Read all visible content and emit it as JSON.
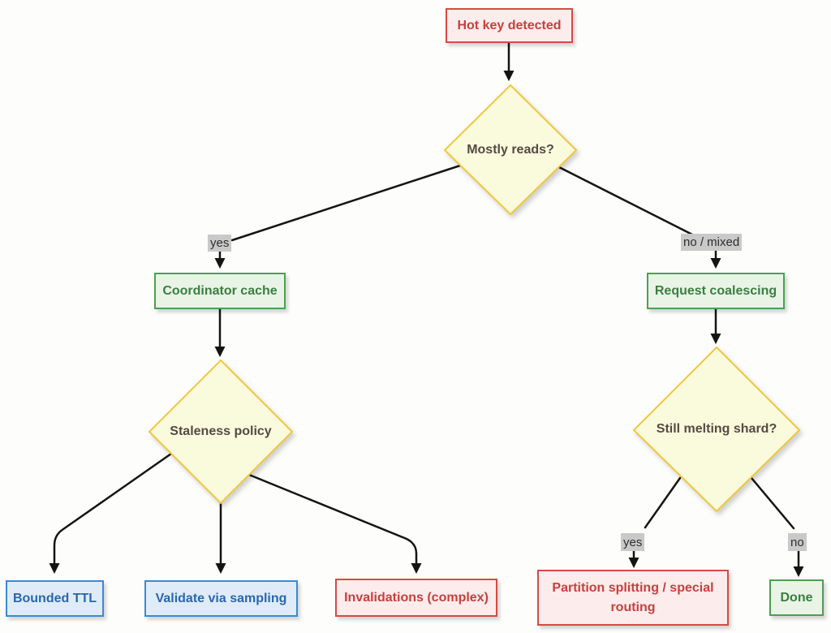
{
  "nodes": {
    "hot_key": {
      "label": "Hot key detected",
      "type": "red"
    },
    "mostly_reads": {
      "label": "Mostly reads?",
      "type": "decision"
    },
    "coordinator_cache": {
      "label": "Coordinator cache",
      "type": "green"
    },
    "request_coalescing": {
      "label": "Request coalescing",
      "type": "green"
    },
    "staleness_policy": {
      "label": "Staleness policy",
      "type": "decision"
    },
    "still_melting_shard": {
      "label": "Still melting shard?",
      "type": "decision"
    },
    "bounded_ttl": {
      "label": "Bounded TTL",
      "type": "blue"
    },
    "validate_via_sampling": {
      "label": "Validate via sampling",
      "type": "blue"
    },
    "invalidations_complex": {
      "label": "Invalidations (complex)",
      "type": "red"
    },
    "partition_splitting": {
      "label": "Partition splitting / special routing",
      "type": "red"
    },
    "done": {
      "label": "Done",
      "type": "green"
    }
  },
  "edge_labels": {
    "mostly_reads_yes": "yes",
    "mostly_reads_no": "no / mixed",
    "still_melting_yes": "yes",
    "still_melting_no": "no"
  },
  "colors": {
    "red_border": "#d64a46",
    "red_fill": "#fcecec",
    "red_text": "#c5413d",
    "green_border": "#4ba051",
    "green_fill": "#e9f4e7",
    "green_text": "#3a7f3f",
    "blue_border": "#3c89d2",
    "blue_fill": "#dfecf8",
    "blue_text": "#2b66ad",
    "decision_border": "#f0c83c",
    "decision_fill": "#fafadd",
    "decision_text": "#554a43",
    "edge_label_bg": "#c9c9c9",
    "edge_stroke": "#141414",
    "background": "#fdfdfc"
  }
}
